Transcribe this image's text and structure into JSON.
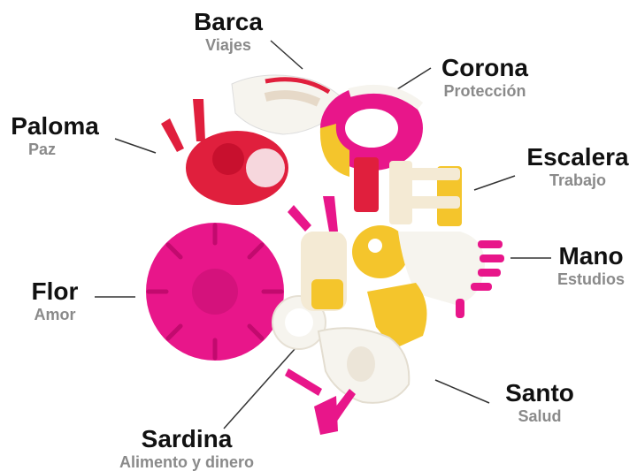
{
  "colors": {
    "magenta": "#e8168a",
    "red": "#e01f3d",
    "yellow": "#f4c52c",
    "white": "#f6f4ee",
    "label": "#111111",
    "sublabel": "#8a8a8a"
  },
  "labels": {
    "barca": {
      "name": "Barca",
      "meaning": "Viajes"
    },
    "corona": {
      "name": "Corona",
      "meaning": "Protección"
    },
    "paloma": {
      "name": "Paloma",
      "meaning": "Paz"
    },
    "escalera": {
      "name": "Escalera",
      "meaning": "Trabajo"
    },
    "mano": {
      "name": "Mano",
      "meaning": "Estudios"
    },
    "flor": {
      "name": "Flor",
      "meaning": "Amor"
    },
    "santo": {
      "name": "Santo",
      "meaning": "Salud"
    },
    "sardina": {
      "name": "Sardina",
      "meaning": "Alimento y dinero"
    }
  }
}
